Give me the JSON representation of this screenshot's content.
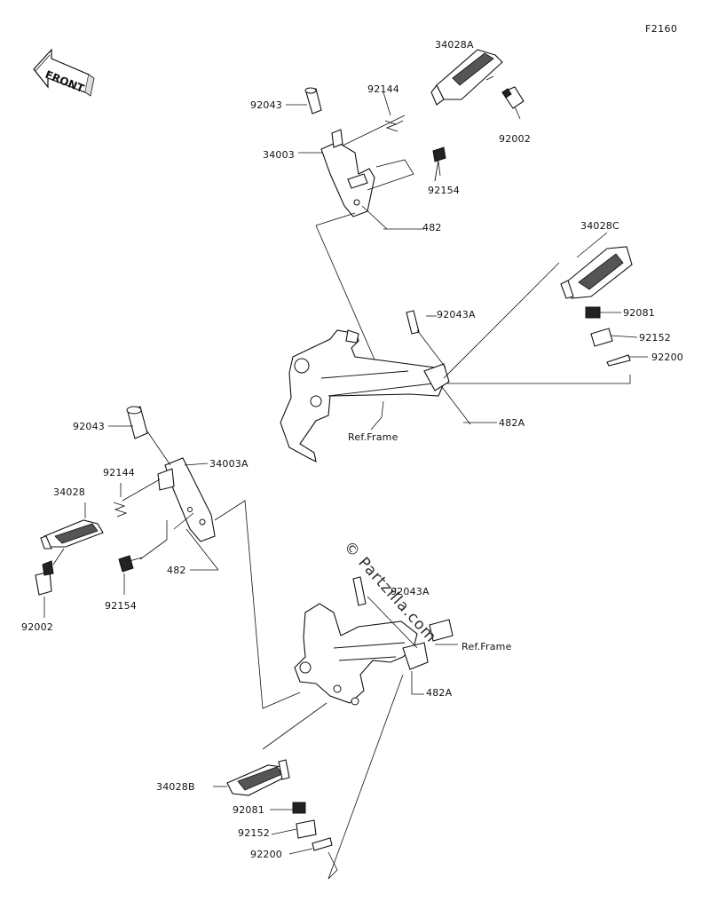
{
  "figure_code": "F2160",
  "front_badge": "FRONT",
  "watermark": "© Partzilla.com",
  "labels": {
    "p34028A": "34028A",
    "p92144_top": "92144",
    "p92043_top": "92043",
    "p92002_top": "92002",
    "p34003": "34003",
    "p92154_top": "92154",
    "p482_top": "482",
    "p34028C": "34028C",
    "p92043A_top": "92043A",
    "p92081_right": "92081",
    "p92152_right": "92152",
    "p92200_right": "92200",
    "p482A_top": "482A",
    "refframe_top": "Ref.Frame",
    "p92043_left": "92043",
    "p34003A": "34003A",
    "p92144_left": "92144",
    "p34028": "34028",
    "p482_left": "482",
    "p92154_left": "92154",
    "p92002_left": "92002",
    "p92043A_bottom": "92043A",
    "refframe_bottom": "Ref.Frame",
    "p482A_bottom": "482A",
    "p34028B": "34028B",
    "p92081_bottom": "92081",
    "p92152_bottom": "92152",
    "p92200_bottom": "92200"
  }
}
